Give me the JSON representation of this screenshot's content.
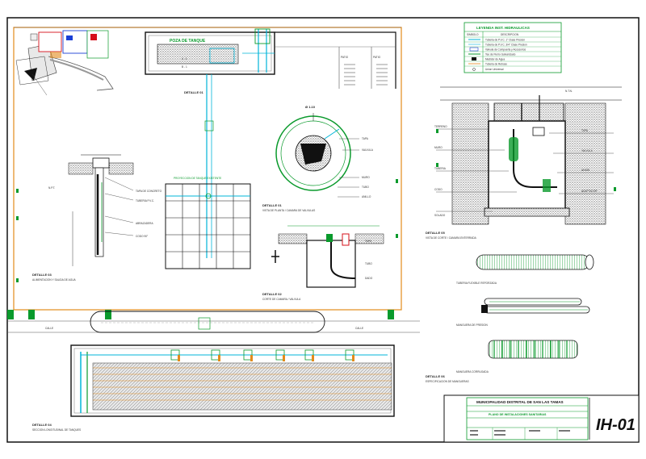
{
  "legend": {
    "title": "LEYENDA INST. HIDRAULICAS",
    "col_symbol": "SIMBOLO",
    "col_desc": "DESCRIPCION",
    "rows": [
      "Tuberia de P.V.C. 1\" Clase Presion",
      "Tuberia de P.V.C. 3/4\" Clase Presion",
      "Valvula de Compuerta y Accesorios",
      "Tee de Fierro Galvanizado",
      "Medidor de Agua",
      "Tuberia de Rebose",
      "Union Universal"
    ]
  },
  "plan_labels": {
    "tank_title": "POZA DE TANQUE",
    "room_a": "PATIO",
    "room_b": "PATIO"
  },
  "details": {
    "d01": "DETALLE 01",
    "d01_sub": "VISTA DE PLANTA / CAMARA DE VALVULAS",
    "d02": "DETALLE 02",
    "d02_sub": "CORTE DE CAMARA / VALVULA",
    "d03": "DETALLE 03",
    "d03_sub": "ALIMENTACION Y SALIDA DE AGUA",
    "d04": "DETALLE 04",
    "d04_sub": "SECCION LONGITUDINAL DE TANQUES",
    "d05": "DETALLE 05",
    "d05_sub": "VISTA DE CORTE / CAMARA ENTERRADA",
    "d06": "DETALLE 06",
    "d06_sub": "ESPECIFICACION DE MANGUERAS",
    "hose_1": "TUBERIA FLEXIBLE REFORZADA",
    "hose_2": "MANGUERA DE PRESION",
    "hose_3": "MANGUERA CORRUGADA"
  },
  "title_block": {
    "municipality": "MUNICIPALIDAD DISTRITAL DE SAN LAS TAMAS",
    "plan_name": "PLANO DE INSTALACIONES SANITARIAS",
    "sheet_code": "IH-01"
  },
  "colors": {
    "cyan": "#00b5d8",
    "green": "#0a9a2c",
    "orange": "#e38b1c",
    "red": "#d6101a",
    "blue": "#1a3fd6",
    "grey": "#888888",
    "dark": "#111111"
  }
}
